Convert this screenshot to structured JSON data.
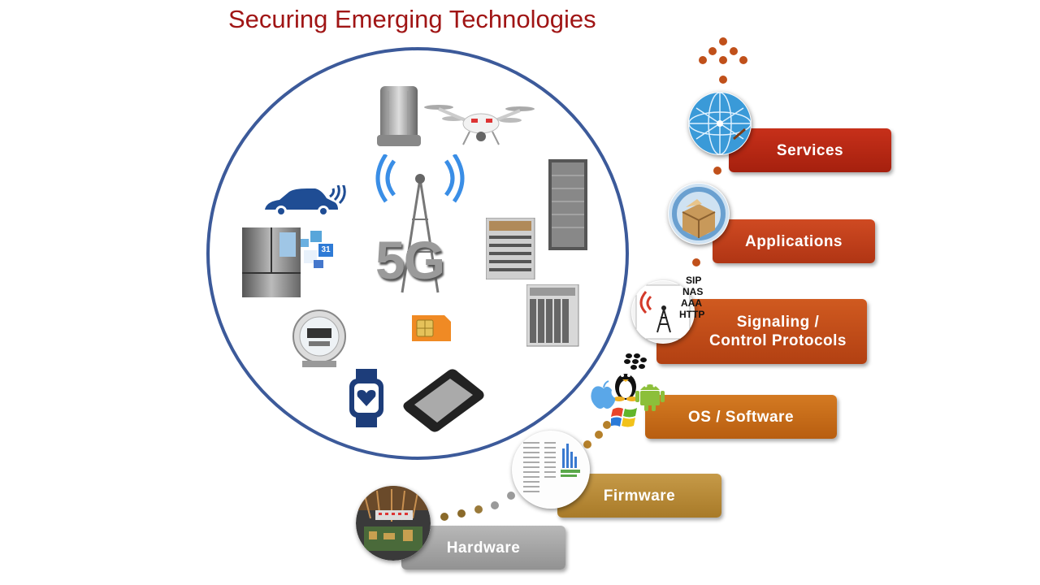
{
  "title": "Securing Emerging Technologies",
  "layers": [
    {
      "label": "Services",
      "color": "#b9230f"
    },
    {
      "label": "Applications",
      "color": "#c0391a"
    },
    {
      "label_line1": "Signaling  /",
      "label_line2": "Control  Protocols",
      "color": "#c04718"
    },
    {
      "label": "OS  / Software",
      "color": "#c66a15"
    },
    {
      "label": "Firmware",
      "color": "#b88933"
    },
    {
      "label": "Hardware",
      "color": "#a6a6a6"
    }
  ],
  "protocols": [
    "SIP",
    "NAS",
    "AAA",
    "HTTP"
  ],
  "devices": {
    "center_label": "5G",
    "calendar_label": "31"
  },
  "icons": [
    "small-cell-icon",
    "drone-icon",
    "connected-car-icon",
    "smart-fridge-icon",
    "5g-tower-icon",
    "server-rack-icon",
    "network-switch-icon",
    "chassis-icon",
    "smart-meter-icon",
    "sim-card-icon",
    "smartwatch-icon",
    "smartphone-icon",
    "globe-network-icon",
    "software-box-icon",
    "antenna-icon",
    "blackberry-icon",
    "linux-icon",
    "apple-icon",
    "android-icon",
    "windows-icon",
    "firmware-hexdump-icon",
    "circuit-board-icon"
  ]
}
